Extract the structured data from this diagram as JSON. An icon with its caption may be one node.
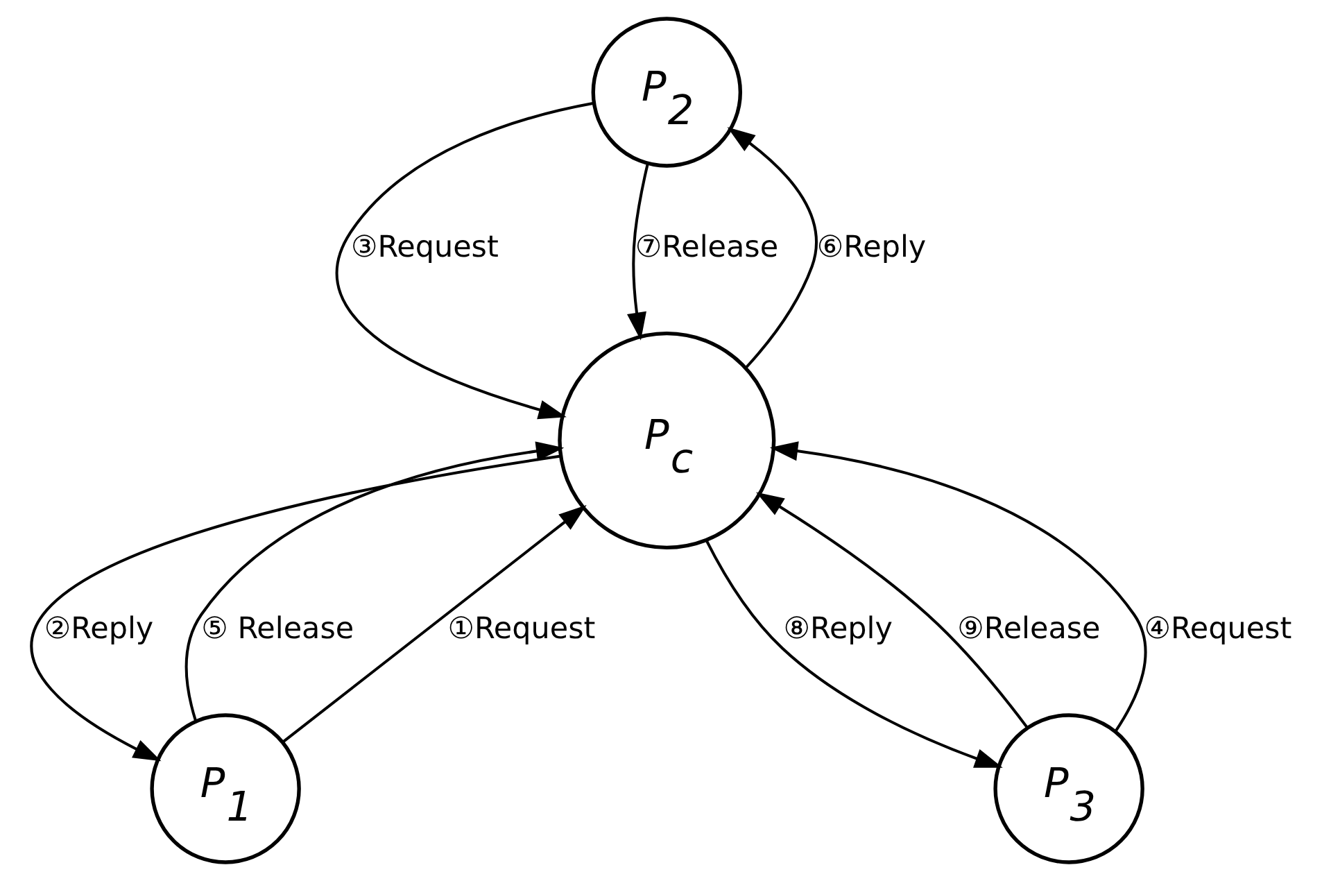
{
  "diagram": {
    "nodes": [
      {
        "text": [
          "P$_{2}$"
        ]
      },
      {
        "text": [
          "P$_{1}$"
        ]
      },
      {
        "text": [
          "P$_{c}$"
        ]
      },
      {
        "text": [
          "P$_{3}$"
        ]
      }
    ],
    "edges": [
      {
        "from": 0,
        "to": 2,
        "arrow": "to",
        "label": "③Request"
      },
      {
        "from": 2,
        "to": 0,
        "arrow": "to",
        "label": "⑥Reply"
      },
      {
        "from": 0,
        "to": 2,
        "arrow": "to",
        "label": "⑦Release"
      },
      {
        "from": 1,
        "to": 2,
        "arrow": "to",
        "label": "⑤ Release"
      },
      {
        "from": 2,
        "to": 1,
        "arrow": "to",
        "label": "②Reply"
      },
      {
        "from": 1,
        "to": 2,
        "arrow": "to",
        "label": "①Request"
      },
      {
        "from": 3,
        "to": 2,
        "arrow": "to",
        "label": "⑨Release"
      },
      {
        "from": 2,
        "to": 3,
        "arrow": "to",
        "label": "⑧Reply"
      },
      {
        "from": 3,
        "to": 2,
        "arrow": "to",
        "label": "④Request"
      }
    ]
  }
}
